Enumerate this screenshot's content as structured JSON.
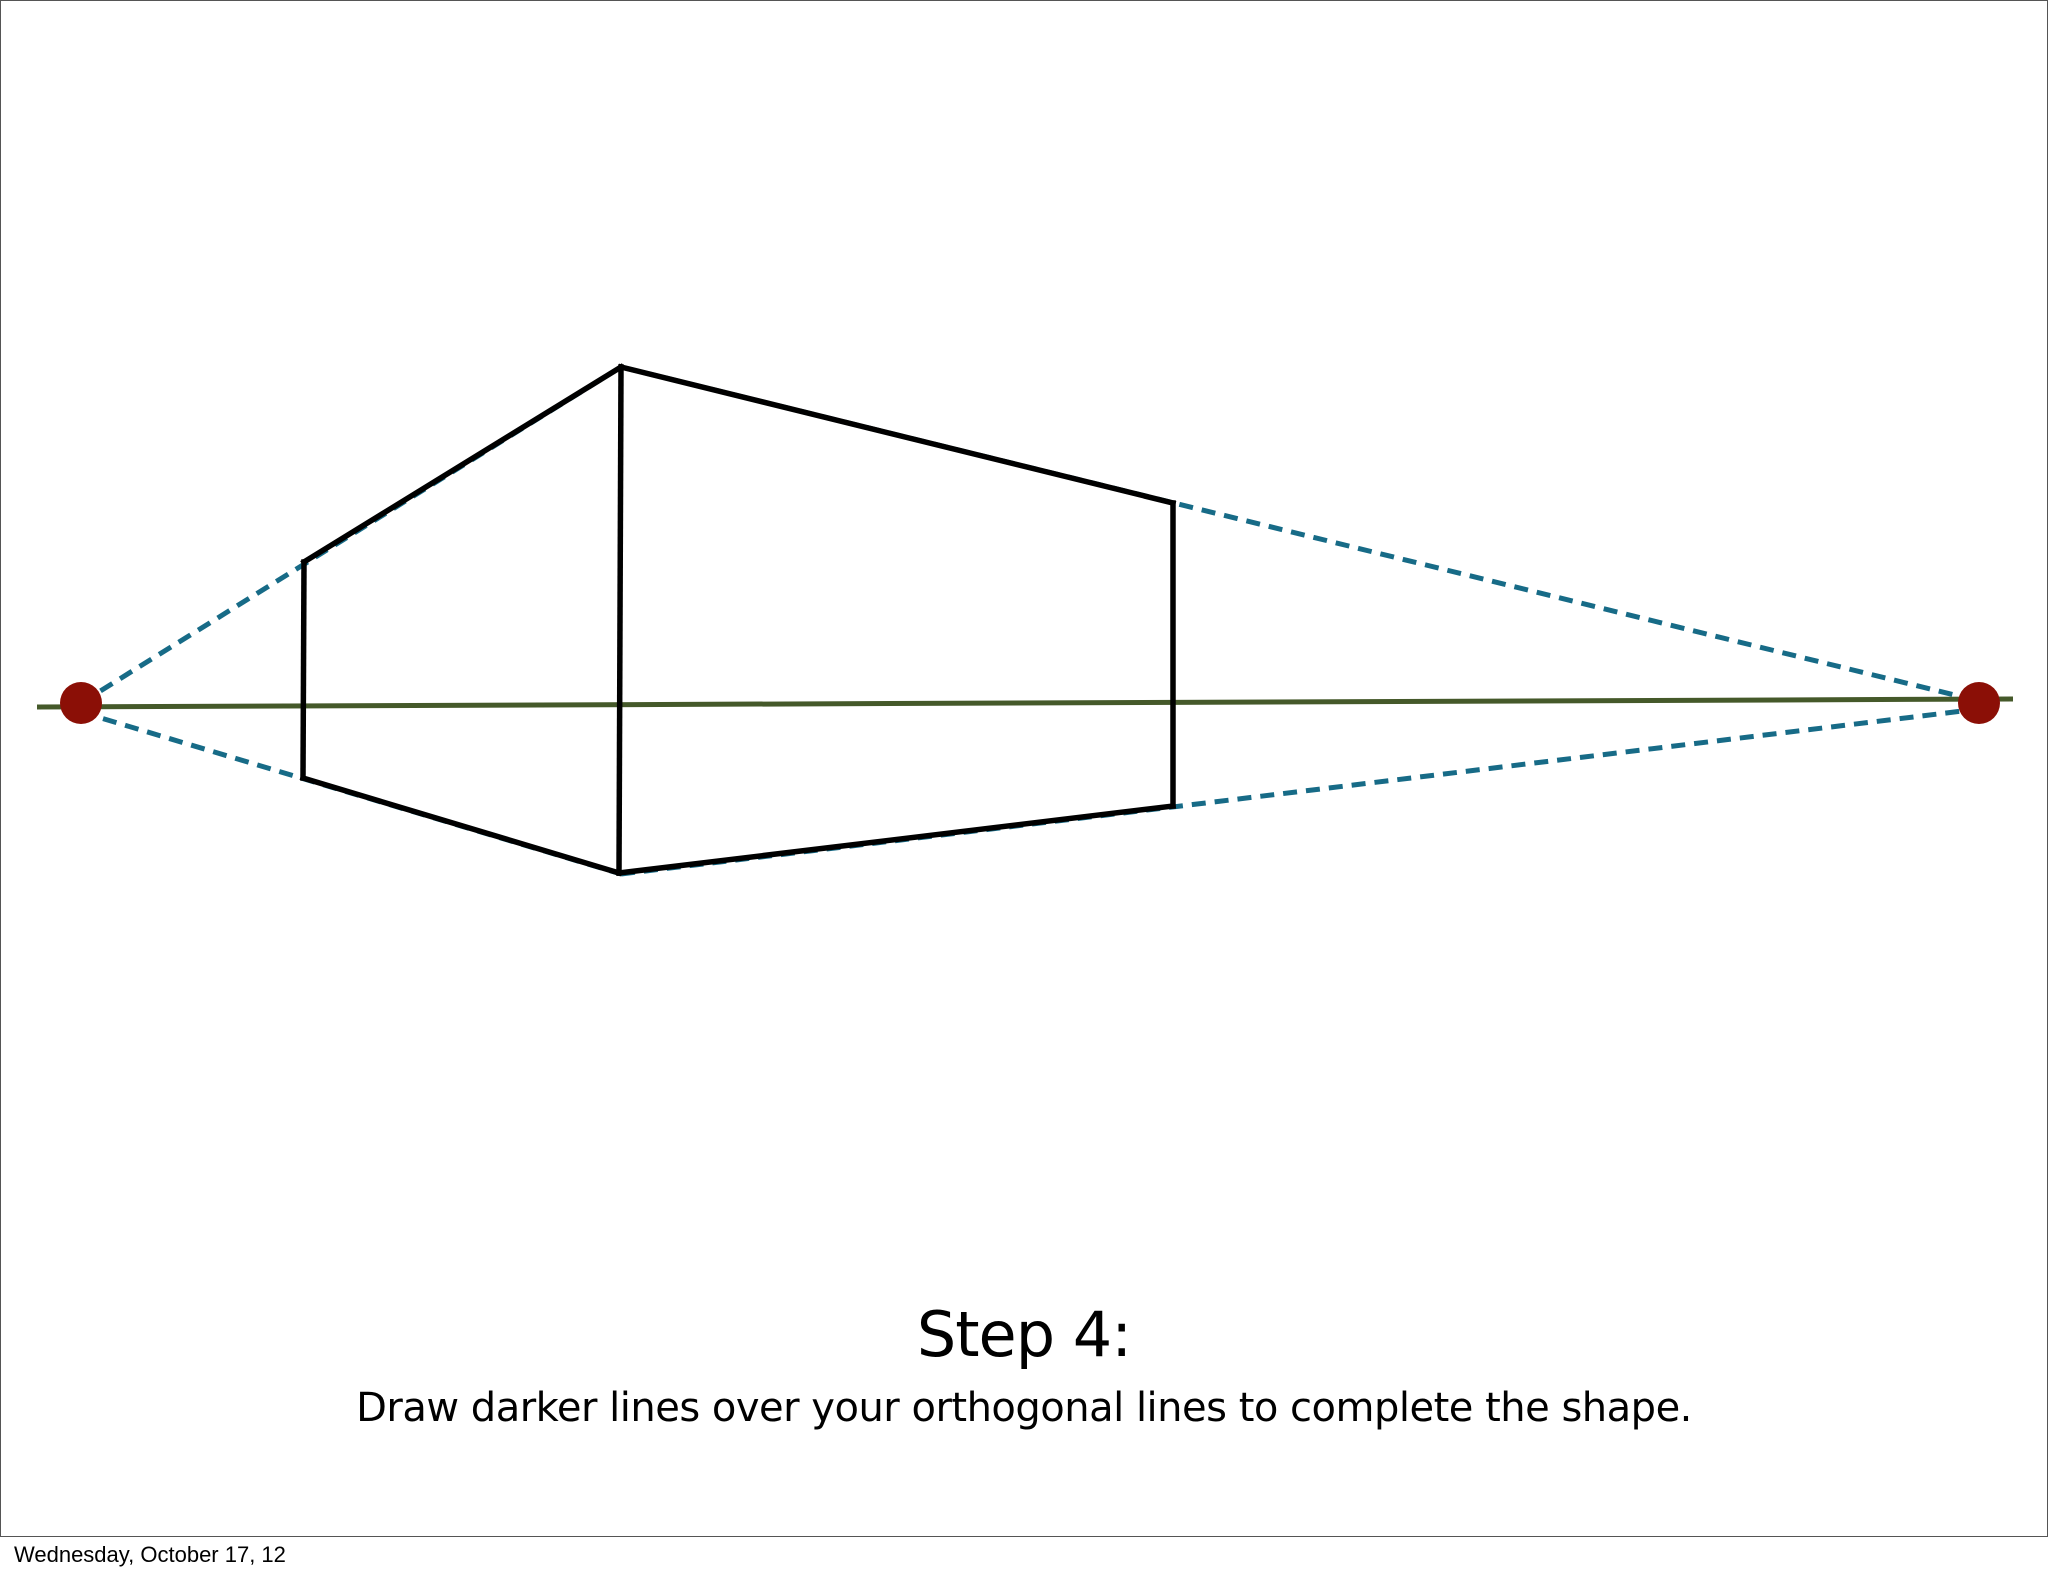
{
  "slide": {
    "title": "Step 4:",
    "instruction": "Draw darker lines over your orthogonal lines to complete the shape."
  },
  "footer": {
    "date": "Wednesday, October 17, 12"
  },
  "colors": {
    "horizon_line": "#45592a",
    "orthogonal_lines": "#176b87",
    "vanishing_points": "#8b0f06",
    "box_edges": "#000000"
  }
}
